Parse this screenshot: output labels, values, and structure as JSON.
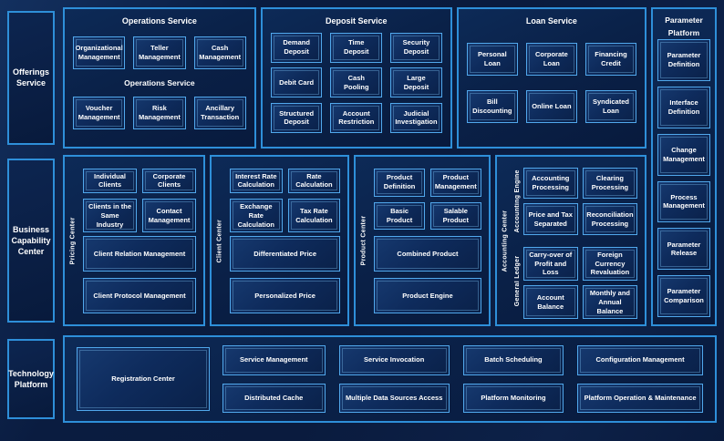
{
  "palette": {
    "background": "#0a1b3e",
    "section_border": "#2e8fd9",
    "box_border": "#51a8ec",
    "box_fill": "#0e2b5c",
    "text": "#ffffff"
  },
  "left_labels": {
    "offerings": "Offerings Service",
    "business": "Business Capability Center",
    "technology": "Technology Platform"
  },
  "operations": {
    "title": "Operations Service",
    "subtitle": "Operations Service",
    "row1": [
      "Organizational Management",
      "Teller Management",
      "Cash Management"
    ],
    "row2": [
      "Voucher Management",
      "Risk Management",
      "Ancillary Transaction"
    ]
  },
  "deposit": {
    "title": "Deposit Service",
    "rows": [
      [
        "Demand Deposit",
        "Time Deposit",
        "Security Deposit"
      ],
      [
        "Debit Card",
        "Cash Pooling",
        "Large Deposit"
      ],
      [
        "Structured Deposit",
        "Account Restriction",
        "Judicial Investigation"
      ]
    ]
  },
  "loan": {
    "title": "Loan Service",
    "rows": [
      [
        "Personal Loan",
        "Corporate Loan",
        "Financing Credit"
      ],
      [
        "Bill Discounting",
        "Online Loan",
        "Syndicated Loan"
      ]
    ]
  },
  "parameter": {
    "title": "Parameter Platform",
    "items": [
      "Parameter Definition",
      "Interface Definition",
      "Change Management",
      "Process Management",
      "Parameter Release",
      "Parameter Comparison"
    ]
  },
  "centers": [
    {
      "label": "Pricing Center",
      "grid": [
        "Individual Clients",
        "Corporate Clients",
        "Clients in the Same Industry",
        "Contact Management"
      ],
      "wide": [
        "Client Relation Management",
        "Client Protocol Management"
      ]
    },
    {
      "label": "Client Center",
      "grid": [
        "Interest Rate Calculation",
        "Rate Calculation",
        "Exchange Rate Calculation",
        "Tax Rate Calculation"
      ],
      "wide": [
        "Differentiated Price",
        "Personalized Price"
      ]
    },
    {
      "label": "Product Center",
      "grid": [
        "Product Definition",
        "Product Management",
        "Basic Product",
        "Salable Product"
      ],
      "wide": [
        "Combined Product",
        "Product Engine"
      ]
    }
  ],
  "accounting": {
    "label": "Accounting Center",
    "subgroups": [
      {
        "label": "Accounting Engine",
        "items": [
          "Accounting Processing",
          "Clearing Processing",
          "Price and Tax Separated",
          "Reconciliation Processing"
        ]
      },
      {
        "label": "General Ledger",
        "items": [
          "Carry-over of Profit and Loss",
          "Foreign Currency Revaluation",
          "Account Balance",
          "Monthly and Annual Balance"
        ]
      }
    ]
  },
  "technology": {
    "registration": "Registration Center",
    "grid": [
      [
        "Service Management",
        "Service Invocation",
        "Batch Scheduling",
        "Configuration Management"
      ],
      [
        "Distributed Cache",
        "Multiple Data Sources Access",
        "Platform Monitoring",
        "Platform Operation & Maintenance"
      ]
    ]
  }
}
